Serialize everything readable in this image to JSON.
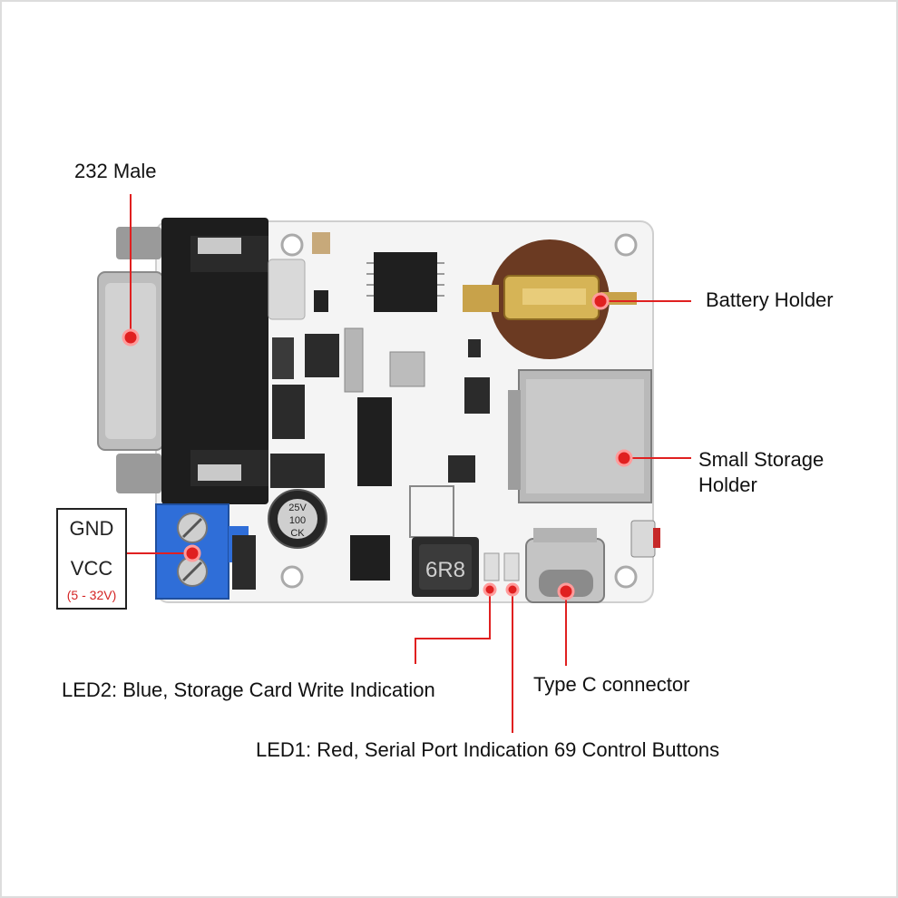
{
  "labels": {
    "rs232": "232 Male",
    "battery": "Battery Holder",
    "storage_line1": "Small Storage",
    "storage_line2": "Holder",
    "led2": "LED2: Blue, Storage Card Write Indication",
    "typec": "Type C connector",
    "led1": "LED1: Red, Serial Port Indication 69 Control Buttons"
  },
  "power_box": {
    "gnd": "GND",
    "vcc": "VCC",
    "range": "(5 - 32V)"
  },
  "board_markings": {
    "inductor": "6R8",
    "capacitor_line1": "25V",
    "capacitor_line2": "100",
    "capacitor_line3": "CK"
  },
  "colors": {
    "pointer": "#e02020",
    "board": "#f4f4f4",
    "terminal": "#2f6ed8",
    "battery": "#6b3a22"
  }
}
